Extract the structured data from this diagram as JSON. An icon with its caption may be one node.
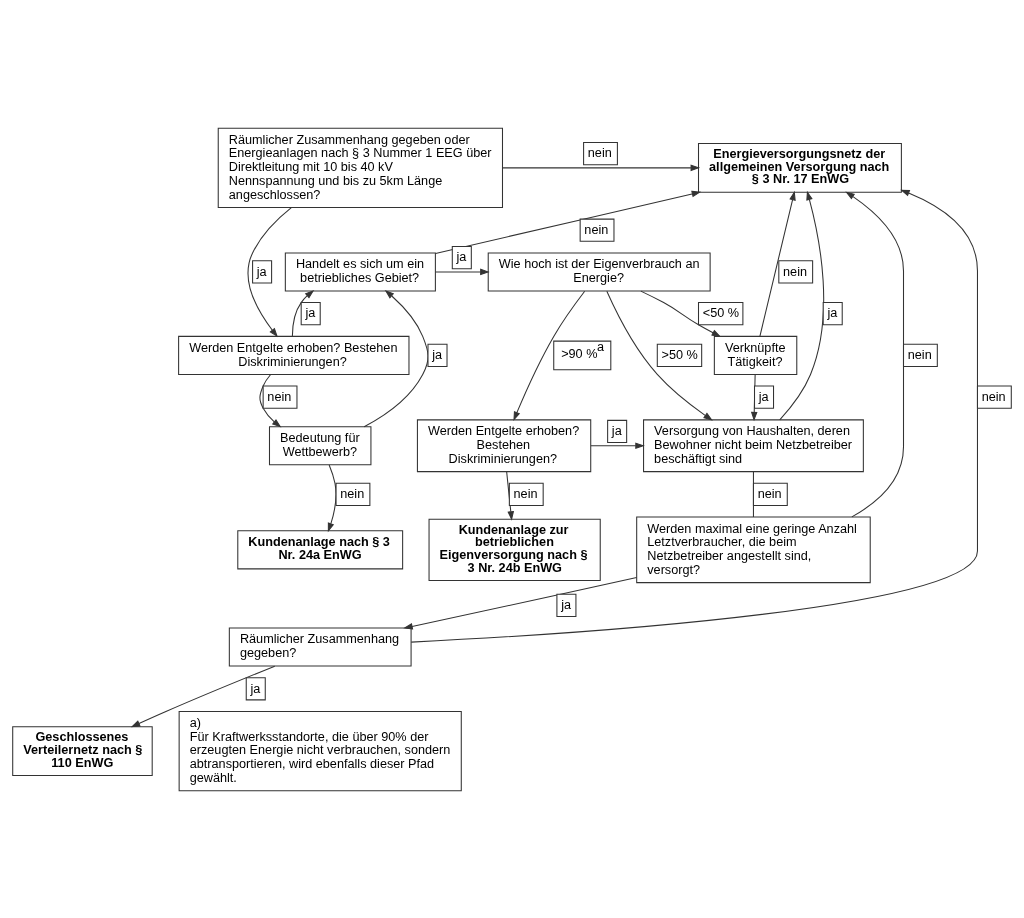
{
  "diagram": {
    "nodes": [
      {
        "text": [
          "Räumlicher Zusammenhang gegeben oder Energieanlagen nach § 3 Nummer 1 EEG über Direktleitung mit 10 bis 40 kV Nennspannung und bis zu 5km Länge angeschlossen?"
        ]
      },
      {
        "text": [
          "Energieversorgungsnetz der allgemeinen Versorgung nach § 3 Nr. 17 EnWG"
        ]
      },
      {
        "text": [
          "Handelt es sich um ein betriebliches Gebiet?"
        ]
      },
      {
        "text": [
          "Wie hoch ist der Eigenverbrauch an Energie?"
        ]
      },
      {
        "text": [
          "Werden Entgelte erhoben? Bestehen Diskriminierungen?"
        ]
      },
      {
        "text": [
          "Verknüpfte Tätigkeit?"
        ]
      },
      {
        "text": [
          "Bedeutung für Wettbewerb?"
        ]
      },
      {
        "text": [
          "Werden Entgelte erhoben? Bestehen Diskriminierungen?"
        ]
      },
      {
        "text": [
          "Versorgung von Haushalten, deren Bewohner nicht beim Netzbetreiber beschäftigt sind"
        ]
      },
      {
        "text": [
          "Kundenanlage nach § 3 Nr. 24a EnWG"
        ]
      },
      {
        "text": [
          "Kundenanlage zur betrieblichen Eigenversorgung nach § 3 Nr. 24b EnWG"
        ]
      },
      {
        "text": [
          "Werden maximal eine geringe Anzahl Letztverbraucher, die beim Netzbetreiber angestellt sind, versorgt?"
        ]
      },
      {
        "text": [
          "Räumlicher Zusammenhang gegeben?"
        ]
      },
      {
        "text": [
          "Geschlossenes Verteilernetz nach § 110 EnWG"
        ]
      },
      {
        "text": [
          "a)",
          "Für Kraftwerksstandorte, die über 90% der erzeugten Energie nicht verbrauchen, sondern abtransportieren, wird ebenfalls dieser Pfad gewählt."
        ]
      }
    ],
    "edges": [
      {
        "from": 0,
        "to": 1,
        "label": "nein",
        "arrow": "to"
      },
      {
        "from": 0,
        "to": 4,
        "label": "ja",
        "arrow": "to"
      },
      {
        "from": 2,
        "to": 1,
        "label": "nein",
        "arrow": "to"
      },
      {
        "from": 2,
        "to": 3,
        "label": "ja",
        "arrow": "to"
      },
      {
        "from": 3,
        "to": 7,
        "label": ">90 %$^{a}$",
        "arrow": "to"
      },
      {
        "from": 3,
        "to": 8,
        "label": ">50 %",
        "arrow": "to"
      },
      {
        "from": 3,
        "to": 5,
        "label": "<50 %",
        "arrow": "to"
      },
      {
        "from": 4,
        "to": 2,
        "label": "ja",
        "arrow": "to"
      },
      {
        "from": 4,
        "to": 6,
        "label": "nein",
        "arrow": "to"
      },
      {
        "from": 5,
        "to": 1,
        "label": "nein",
        "arrow": "to"
      },
      {
        "from": 5,
        "to": 8,
        "label": "ja",
        "arrow": "to"
      },
      {
        "from": 6,
        "to": 2,
        "label": "ja",
        "arrow": "to"
      },
      {
        "from": 6,
        "to": 9,
        "label": "nein",
        "arrow": "to"
      },
      {
        "from": 7,
        "to": 8,
        "label": "ja",
        "arrow": "to"
      },
      {
        "from": 7,
        "to": 10,
        "label": "nein",
        "arrow": "to"
      },
      {
        "from": 8,
        "to": 1,
        "label": "ja",
        "arrow": "to"
      },
      {
        "from": 8,
        "to": 11,
        "label": "nein",
        "arrow": "none"
      },
      {
        "from": 11,
        "to": 1,
        "label": "nein",
        "arrow": "to"
      },
      {
        "from": 11,
        "to": 12,
        "label": "ja",
        "arrow": "to"
      },
      {
        "from": 12,
        "to": 1,
        "label": "nein",
        "arrow": "to"
      },
      {
        "from": 12,
        "to": 13,
        "label": "ja",
        "arrow": "to"
      }
    ]
  }
}
